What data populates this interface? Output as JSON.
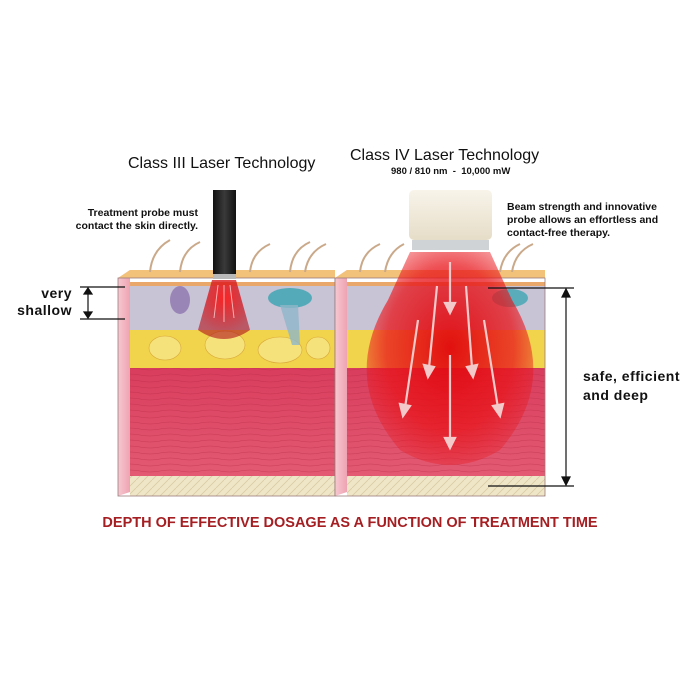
{
  "left_panel": {
    "title": "Class III Laser Technology",
    "note_line1": "Treatment probe must",
    "note_line2": "contact the skin directly.",
    "depth_label_line1": "very",
    "depth_label_line2": "shallow",
    "probe_icon": "black-cylinder-probe"
  },
  "right_panel": {
    "title": "Class IV Laser Technology",
    "specs": "980 / 810 nm  -  10,000 mW",
    "note_line1": "Beam strength and innovative",
    "note_line2": "probe allows an effortless and",
    "note_line3": "contact-free therapy.",
    "depth_label_line1": "safe, efficient",
    "depth_label_line2": "and deep",
    "probe_icon": "cream-cylinder-probe"
  },
  "caption": "DEPTH OF EFFECTIVE DOSAGE AS A FUNCTION OF TREATMENT TIME",
  "colors": {
    "caption": "#a51e22",
    "muscle": "#e0506a",
    "fat": "#f1d34c",
    "epidermis": "#f3c27a",
    "dermis": "#c9c3d6",
    "base": "#efe6c8",
    "beam": "#e8151b"
  }
}
